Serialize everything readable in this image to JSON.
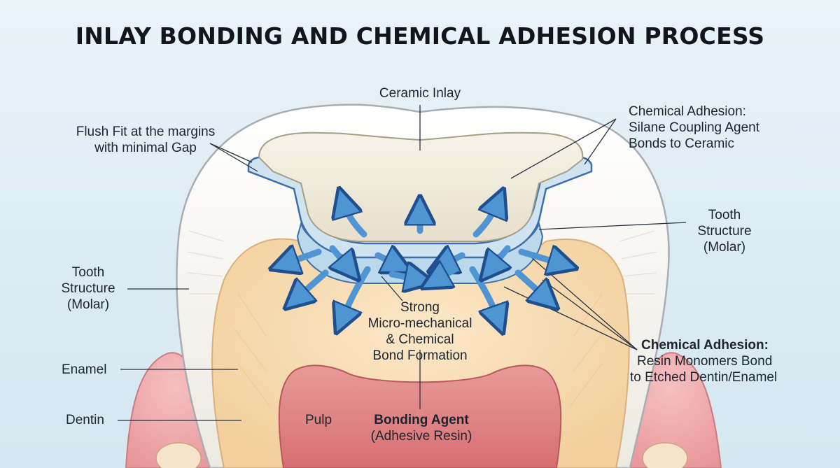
{
  "title": "INLAY BONDING AND CHEMICAL ADHESION PROCESS",
  "labels": {
    "ceramic_inlay": "Ceramic Inlay",
    "flush_fit": [
      "Flush Fit at the margins",
      "with minimal Gap"
    ],
    "chem_adhesion_silane": [
      "Chemical Adhesion:",
      "Silane Coupling Agent",
      "Bonds to Ceramic"
    ],
    "tooth_structure_right": [
      "Tooth",
      "Structure",
      "(Molar)"
    ],
    "tooth_structure_left": [
      "Tooth",
      "Structure",
      "(Molar)"
    ],
    "strong_bond": [
      "Strong",
      "Micro-mechanical",
      "& Chemical",
      "Bond Formation"
    ],
    "chem_adhesion_resin": [
      "Chemical Adhesion:",
      "Resin Monomers Bond",
      "to Etched Dentin/Enamel"
    ],
    "enamel": "Enamel",
    "dentin": "Dentin",
    "pulp": "Pulp",
    "bonding_agent": [
      "Bonding Agent",
      "(Adhesive Resin)"
    ]
  },
  "colors": {
    "enamel": "#f7f6f1",
    "dentin": "#f5d8ac",
    "pulp": "#e07f80",
    "gum": "#f0a8a8",
    "inlay": "#efe9da",
    "bond_layer": "#bcd9ec",
    "arrow": "#4f95d4",
    "arrow_outline": "#1f4f8f"
  }
}
